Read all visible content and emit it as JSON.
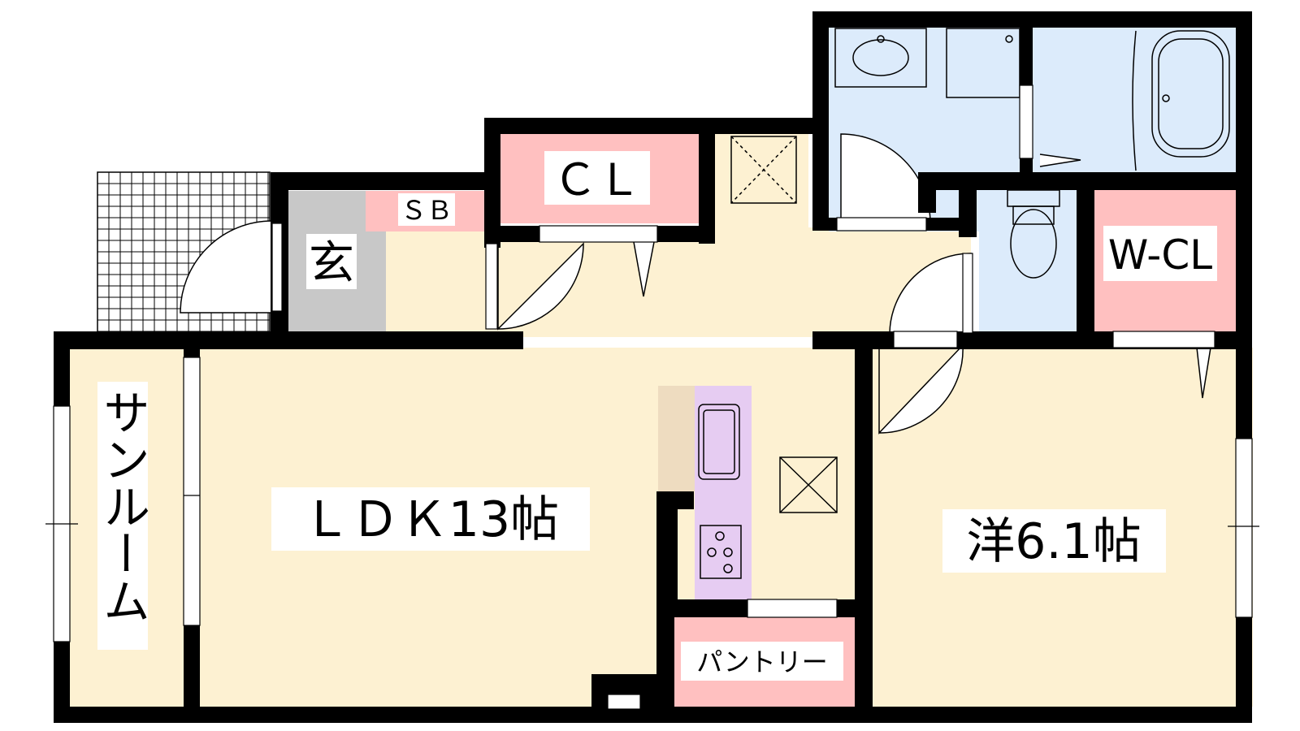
{
  "rooms": {
    "ldk": "ＬＤＫ13帖",
    "western": "洋6.1帖",
    "sunroom": "サンルーム",
    "entrance": "玄",
    "shoebox": "ＳＢ",
    "closet": "ＣＬ",
    "walk_in_closet": "W-CL",
    "pantry": "パントリー"
  },
  "colors": {
    "floor": "#fdf1d2",
    "storage": "#ffc0c0",
    "wet_area": "#dcebfb",
    "entrance": "#c8c8c8",
    "kitchen": "#e6ccf2",
    "counter": "#eedcc0",
    "wall": "#000000"
  }
}
